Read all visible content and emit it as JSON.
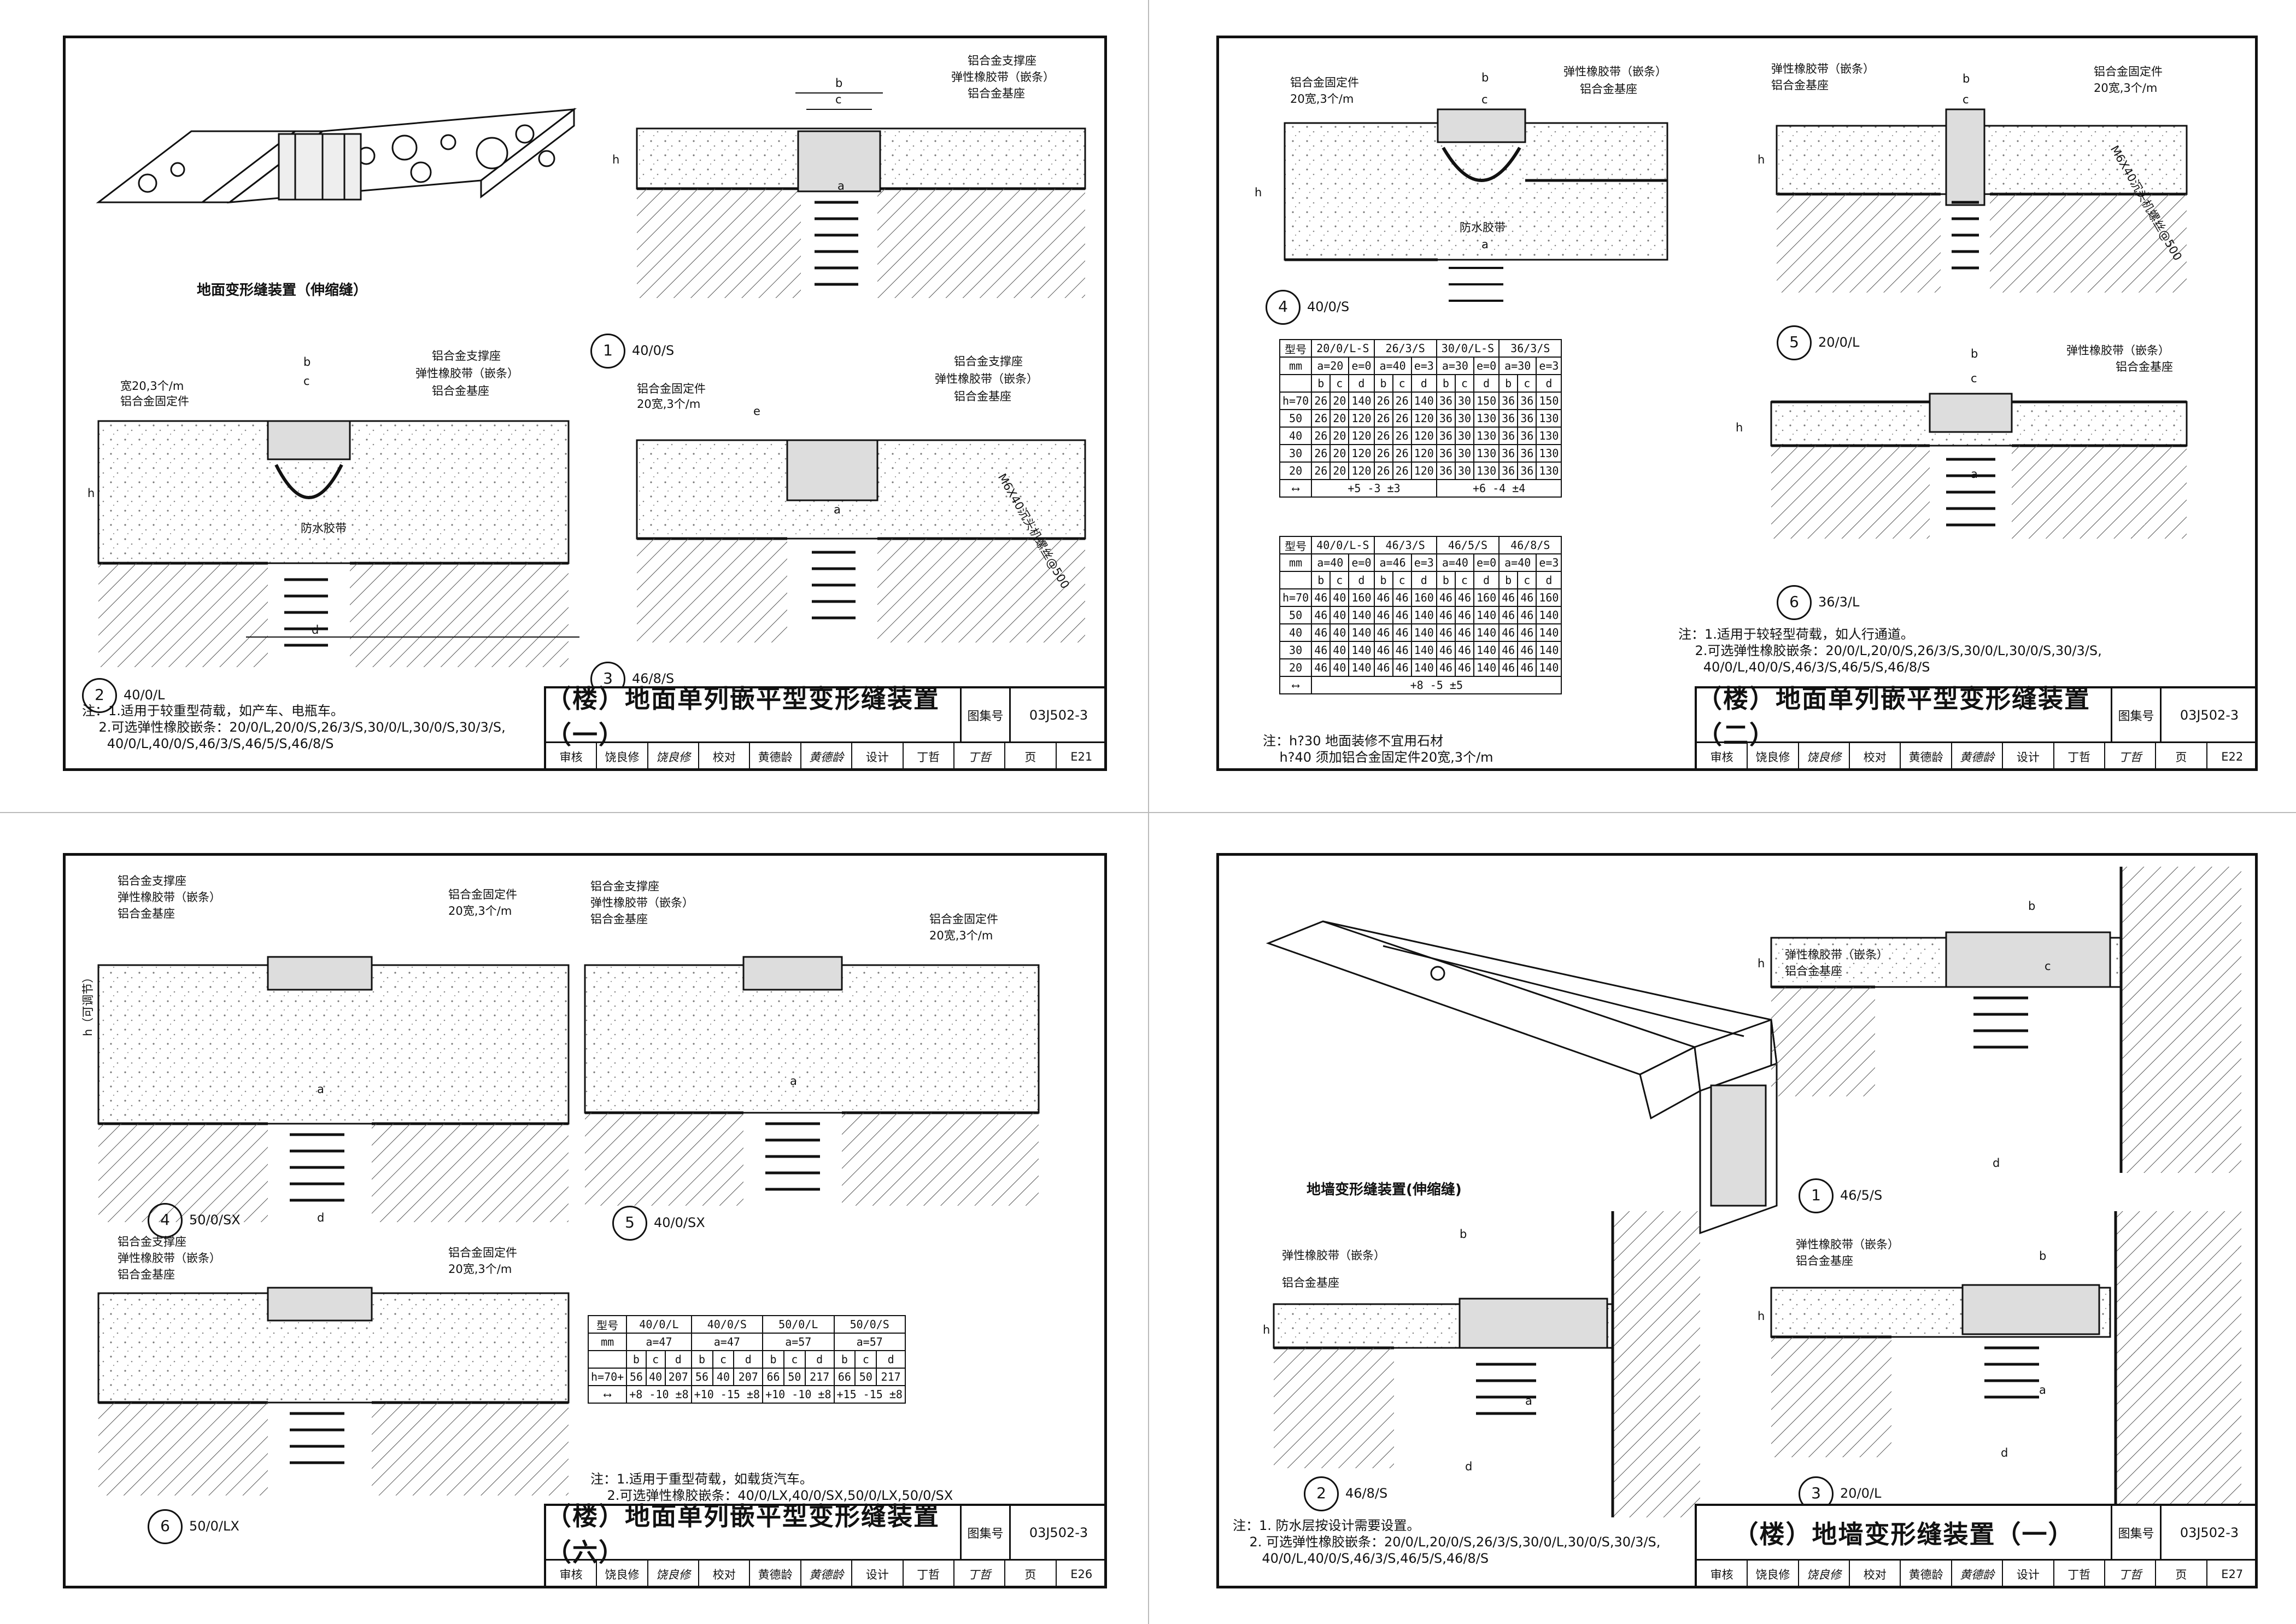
{
  "sheets": [
    {
      "title": "（楼）地面单列嵌平型变形缝装置（一）",
      "atlas_label": "图集号",
      "atlas_code": "03J502-3",
      "page_label": "页",
      "page": "E21",
      "caption": "地面变形缝装置（伸缩缝）",
      "details": [
        {
          "num": "1",
          "code": "40/0/S"
        },
        {
          "num": "2",
          "code": "40/0/L"
        },
        {
          "num": "3",
          "code": "46/8/S"
        }
      ],
      "labels": {
        "support": "铝合金支撑座",
        "rubber": "弹性橡胶带（嵌条）",
        "base": "铝合金基座",
        "fixer": "铝合金固定件",
        "fixer_spec": "20宽,3个/m",
        "fixer_spec2": "宽20,3个/m",
        "waterproof": "防水胶带",
        "screw": "M6X40沉头机螺丝@500"
      },
      "notes": "注：1.适用于较重型荷载，如产车、电瓶车。\n    2.可选弹性橡胶嵌条：20/0/L,20/0/S,26/3/S,30/0/L,30/0/S,30/3/S,\n      40/0/L,40/0/S,46/3/S,46/5/S,46/8/S"
    },
    {
      "title": "（楼）地面单列嵌平型变形缝装置（二）",
      "atlas_label": "图集号",
      "atlas_code": "03J502-3",
      "page_label": "页",
      "page": "E22",
      "details": [
        {
          "num": "4",
          "code": "40/0/S"
        },
        {
          "num": "5",
          "code": "20/0/L"
        },
        {
          "num": "6",
          "code": "36/3/L"
        }
      ],
      "labels": {
        "fixer": "铝合金固定件",
        "fixer_spec": "20宽,3个/m",
        "rubber": "弹性橡胶带（嵌条）",
        "base": "铝合金基座",
        "waterproof": "防水胶带",
        "screw": "M6X40沉头机螺丝@500"
      },
      "table1": {
        "header": [
          "型号",
          "20/0/L-S",
          "26/3/S",
          "30/0/L-S",
          "36/3/S"
        ],
        "units": [
          "mm",
          "a=20",
          "e=0",
          "a=40",
          "e=3",
          "a=30",
          "e=0",
          "a=30",
          "e=3"
        ],
        "cols": [
          "b",
          "c",
          "d",
          "b",
          "c",
          "d",
          "b",
          "c",
          "d",
          "b",
          "c",
          "d"
        ],
        "h_label": "h=",
        "rows": [
          {
            "h": "70",
            "v": [
              "26",
              "20",
              "140",
              "26",
              "26",
              "140",
              "36",
              "30",
              "150",
              "36",
              "36",
              "150"
            ]
          },
          {
            "h": "50",
            "v": [
              "26",
              "20",
              "120",
              "26",
              "26",
              "120",
              "36",
              "30",
              "130",
              "36",
              "36",
              "130"
            ]
          },
          {
            "h": "40",
            "v": [
              "26",
              "20",
              "120",
              "26",
              "26",
              "120",
              "36",
              "30",
              "130",
              "36",
              "36",
              "130"
            ]
          },
          {
            "h": "30",
            "v": [
              "26",
              "20",
              "120",
              "26",
              "26",
              "120",
              "36",
              "30",
              "130",
              "36",
              "36",
              "130"
            ]
          },
          {
            "h": "20",
            "v": [
              "26",
              "20",
              "120",
              "26",
              "26",
              "120",
              "36",
              "30",
              "130",
              "36",
              "36",
              "130"
            ]
          }
        ],
        "move": [
          [
            "+5",
            "-3",
            "±3"
          ],
          [
            "+6",
            "-4",
            "±4"
          ]
        ]
      },
      "table2": {
        "header": [
          "型号",
          "40/0/L-S",
          "46/3/S",
          "46/5/S",
          "46/8/S"
        ],
        "units": [
          "mm",
          "a=40",
          "e=0",
          "a=46",
          "e=3",
          "a=40",
          "e=0",
          "a=40",
          "e=3"
        ],
        "cols": [
          "b",
          "c",
          "d",
          "b",
          "c",
          "d",
          "b",
          "c",
          "d",
          "b",
          "c",
          "d"
        ],
        "h_label": "h=",
        "rows": [
          {
            "h": "70",
            "v": [
              "46",
              "40",
              "160",
              "46",
              "46",
              "160",
              "46",
              "46",
              "160",
              "46",
              "46",
              "160"
            ]
          },
          {
            "h": "50",
            "v": [
              "46",
              "40",
              "140",
              "46",
              "46",
              "140",
              "46",
              "46",
              "140",
              "46",
              "46",
              "140"
            ]
          },
          {
            "h": "40",
            "v": [
              "46",
              "40",
              "140",
              "46",
              "46",
              "140",
              "46",
              "46",
              "140",
              "46",
              "46",
              "140"
            ]
          },
          {
            "h": "30",
            "v": [
              "46",
              "40",
              "140",
              "46",
              "46",
              "140",
              "46",
              "46",
              "140",
              "46",
              "46",
              "140"
            ]
          },
          {
            "h": "20",
            "v": [
              "46",
              "40",
              "140",
              "46",
              "46",
              "140",
              "46",
              "46",
              "140",
              "46",
              "46",
              "140"
            ]
          }
        ],
        "move": [
          "+8",
          "-5",
          "±5"
        ]
      },
      "table_note": "注：h?30 地面装修不宜用石材\n    h?40 须加铝合金固定件20宽,3个/m",
      "notes": "注：1.适用于较轻型荷载，如人行通道。\n    2.可选弹性橡胶嵌条：20/0/L,20/0/S,26/3/S,30/0/L,30/0/S,30/3/S,\n      40/0/L,40/0/S,46/3/S,46/5/S,46/8/S"
    },
    {
      "title": "（楼）地面单列嵌平型变形缝装置（六）",
      "atlas_label": "图集号",
      "atlas_code": "03J502-3",
      "page_label": "页",
      "page": "E26",
      "details": [
        {
          "num": "4",
          "code": "50/0/SX"
        },
        {
          "num": "5",
          "code": "40/0/SX"
        },
        {
          "num": "6",
          "code": "50/0/LX"
        }
      ],
      "labels": {
        "support": "铝合金支撑座",
        "rubber": "弹性橡胶带（嵌条）",
        "base": "铝合金基座",
        "fixer": "铝合金固定件",
        "fixer_spec": "20宽,3个/m",
        "h_adj": "h（可调节）"
      },
      "table": {
        "header": [
          "型号",
          "40/0/L",
          "40/0/S",
          "50/0/L",
          "50/0/S"
        ],
        "units": [
          "mm",
          "a=47",
          "a=47",
          "a=57",
          "a=57"
        ],
        "cols": [
          "b",
          "c",
          "d",
          "b",
          "c",
          "d",
          "b",
          "c",
          "d",
          "b",
          "c",
          "d"
        ],
        "h_label": "h=70+",
        "row": [
          "56",
          "40",
          "207",
          "56",
          "40",
          "207",
          "66",
          "50",
          "217",
          "66",
          "50",
          "217"
        ],
        "move": [
          [
            "+8",
            "-10",
            "±8"
          ],
          [
            "+10",
            "-15",
            "±8"
          ],
          [
            "+10",
            "-10",
            "±8"
          ],
          [
            "+15",
            "-15",
            "±8"
          ]
        ]
      },
      "notes": "注：1.适用于重型荷载，如载货汽车。\n    2.可选弹性橡胶嵌条：40/0/LX,40/0/SX,50/0/LX,50/0/SX"
    },
    {
      "title": "（楼）地墙变形缝装置（一）",
      "atlas_label": "图集号",
      "atlas_code": "03J502-3",
      "page_label": "页",
      "page": "E27",
      "caption": "地墙变形缝装置(伸缩缝)",
      "details": [
        {
          "num": "1",
          "code": "46/5/S"
        },
        {
          "num": "2",
          "code": "46/8/S"
        },
        {
          "num": "3",
          "code": "20/0/L"
        }
      ],
      "labels": {
        "rubber": "弹性橡胶带（嵌条）",
        "base": "铝合金基座"
      },
      "notes": "注：1. 防水层按设计需要设置。\n    2. 可选弹性橡胶嵌条：20/0/L,20/0/S,26/3/S,30/0/L,30/0/S,30/3/S,\n       40/0/L,40/0/S,46/3/S,46/5/S,46/8/S"
    }
  ],
  "signature": {
    "review": "审核",
    "reviewer": "饶良修",
    "check": "校对",
    "checker": "黄德龄",
    "design": "设计",
    "designer": "丁哲",
    "sign1": "饶良修",
    "sign2": "黄德龄",
    "sign3": "丁哲"
  },
  "dims": {
    "a": "a",
    "b": "b",
    "c": "c",
    "d": "d",
    "h": "h",
    "e": "e"
  }
}
